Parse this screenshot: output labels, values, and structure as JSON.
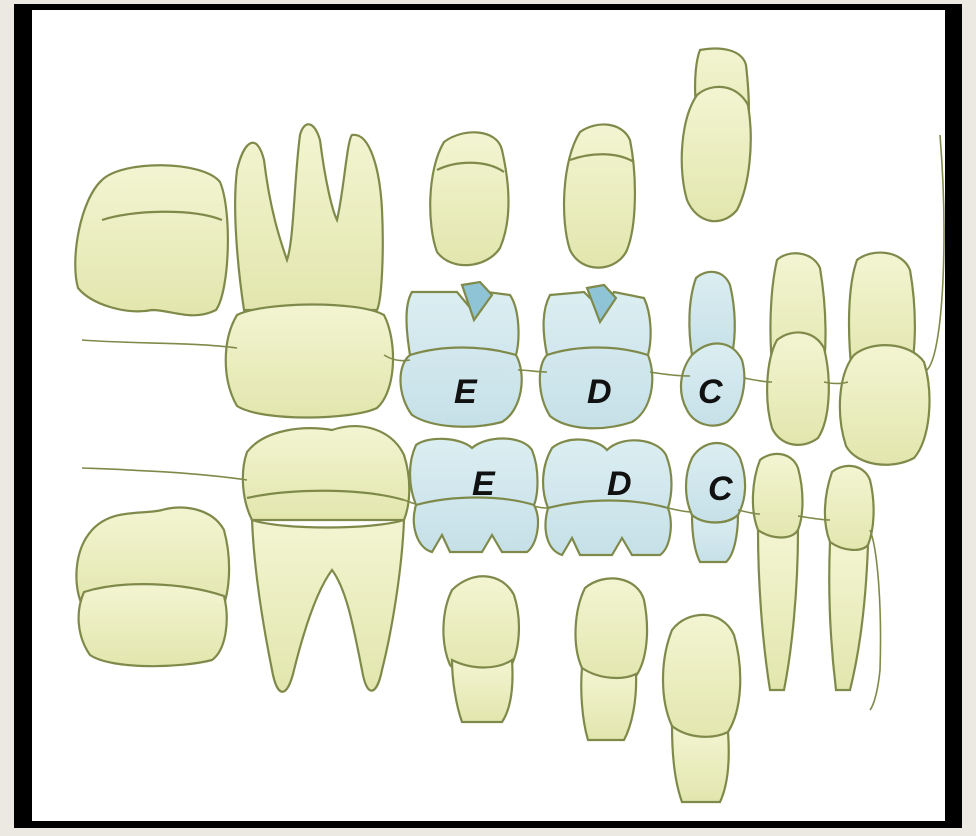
{
  "diagram": {
    "upper_arch_labels": [
      "E",
      "D",
      "C"
    ],
    "lower_arch_labels": [
      "E",
      "D",
      "C"
    ]
  },
  "colors": {
    "permanent_tooth": "#eef0c4",
    "permanent_tooth_shade": "#dfe3a6",
    "primary_tooth": "#cfe6ec",
    "primary_cusp": "#8fc3d6",
    "outline": "#7f8a4a",
    "frame": "#000000",
    "background": "#ffffff"
  }
}
